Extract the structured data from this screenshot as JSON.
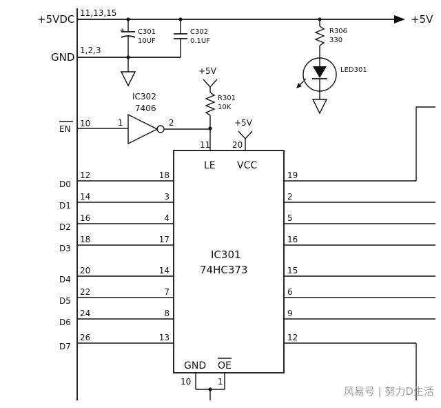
{
  "power": {
    "vdc_label": "+5VDC",
    "vdc_pins": "11,13,15",
    "gnd_label": "GND",
    "gnd_pins": "1,2,3",
    "out_label": "+5V",
    "plus_label": "+5V",
    "vcc_plus_label": "+5V",
    "cap_plus": "+"
  },
  "components": {
    "c301": {
      "ref": "C301",
      "value": "10UF"
    },
    "c302": {
      "ref": "C302",
      "value": "0.1UF"
    },
    "r306": {
      "ref": "R306",
      "value": "330"
    },
    "led": {
      "ref": "LED301"
    },
    "r301": {
      "ref": "R301",
      "value": "10K"
    },
    "ic302": {
      "ref": "IC302",
      "part": "7406",
      "in_pin": "1",
      "out_pin": "2"
    },
    "ic301": {
      "ref": "IC301",
      "part": "74HC373",
      "le": "LE",
      "vcc": "VCC",
      "gnd": "GND",
      "oe": "OE",
      "le_pin": "11",
      "vcc_pin": "20",
      "gnd_pin": "10",
      "oe_pin": "1"
    }
  },
  "en": {
    "label": "EN",
    "pin": "10"
  },
  "inputs": [
    {
      "name": "D0",
      "conn_pin": "12",
      "chip_pin": "18"
    },
    {
      "name": "D1",
      "conn_pin": "14",
      "chip_pin": "3"
    },
    {
      "name": "D2",
      "conn_pin": "16",
      "chip_pin": "4"
    },
    {
      "name": "D3",
      "conn_pin": "18",
      "chip_pin": "17"
    },
    {
      "name": "D4",
      "conn_pin": "20",
      "chip_pin": "14"
    },
    {
      "name": "D5",
      "conn_pin": "22",
      "chip_pin": "7"
    },
    {
      "name": "D6",
      "conn_pin": "24",
      "chip_pin": "8"
    },
    {
      "name": "D7",
      "conn_pin": "26",
      "chip_pin": "13"
    }
  ],
  "outputs": [
    "19",
    "2",
    "5",
    "16",
    "15",
    "6",
    "9",
    "12"
  ],
  "watermark": "风易号 | 努力D生活"
}
